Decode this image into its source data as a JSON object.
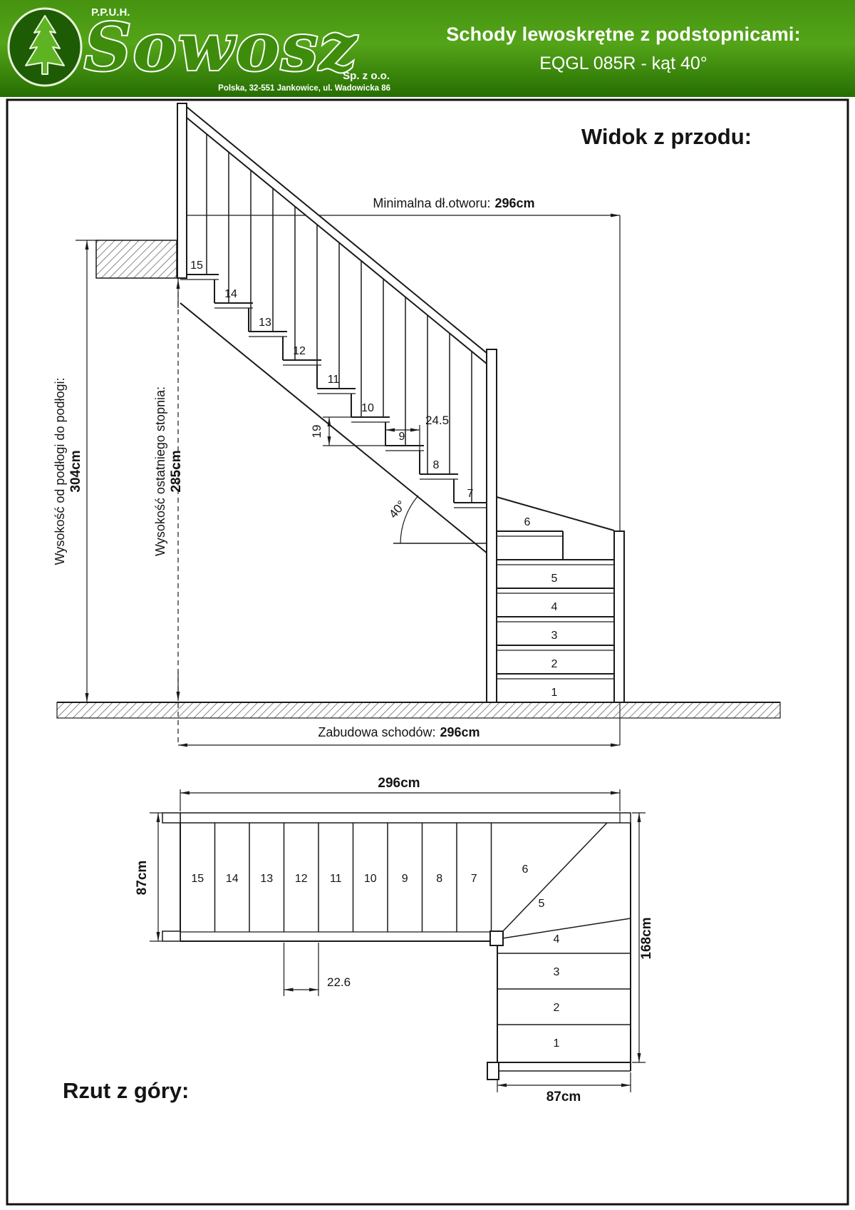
{
  "header": {
    "company_prefix": "P.P.U.H.",
    "logo_text": "Sowosz",
    "company_suffix": "Sp. z o.o.",
    "address": "Polska, 32-551 Jankowice, ul. Wadowicka 86",
    "title_line1": "Schody lewoskrętne z podstopnicami:",
    "title_line2": "EQGL 085R - kąt 40°",
    "colors": {
      "green_mid": "#459310",
      "green_light": "#54a419",
      "green_dark": "#266e02",
      "logo_green": "#3e8c0c"
    }
  },
  "front_view": {
    "title": "Widok z przodu:",
    "dims": {
      "top_label": "Minimalna dł.otworu:",
      "top_value": "296cm",
      "left_outer_label": "Wysokość od podłogi do podłogi:",
      "left_outer_value": "304cm",
      "left_inner_label": "Wysokość ostatniego stopnia:",
      "left_inner_value": "285cm",
      "tread_depth": "24.5",
      "riser_height": "19",
      "angle": "40°",
      "bottom_label": "Zabudowa schodów:",
      "bottom_value": "296cm"
    },
    "step_labels": [
      "15",
      "14",
      "13",
      "12",
      "11",
      "10",
      "9",
      "8",
      "7",
      "6",
      "5",
      "4",
      "3",
      "2",
      "1"
    ]
  },
  "top_view": {
    "title": "Rzut z góry:",
    "dims": {
      "width": "296cm",
      "flight_width": "87cm",
      "tread": "22.6",
      "side": "168cm",
      "bottom_width": "87cm"
    },
    "step_labels": [
      "15",
      "14",
      "13",
      "12",
      "11",
      "10",
      "9",
      "8",
      "7",
      "6",
      "5",
      "4",
      "3",
      "2",
      "1"
    ]
  }
}
